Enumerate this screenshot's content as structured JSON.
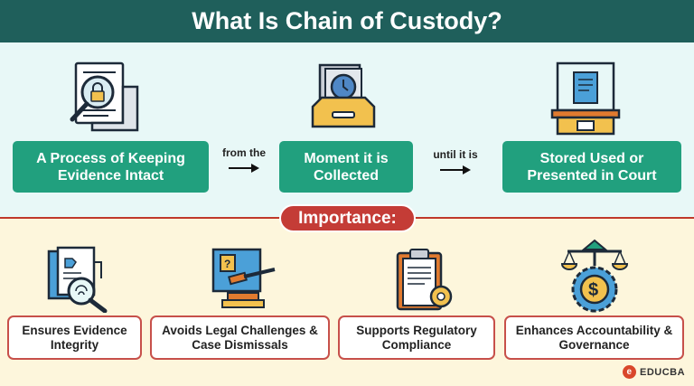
{
  "title": "What Is Chain of Custody?",
  "process": {
    "step1": "A Process of Keeping Evidence Intact",
    "connector1": "from the",
    "step2": "Moment it is Collected",
    "connector2": "until it is",
    "step3": "Stored Used or Presented in Court"
  },
  "importance_label": "Importance:",
  "benefits": [
    {
      "label": "Ensures Evidence Integrity",
      "icon": "fingerprint-document-icon"
    },
    {
      "label": "Avoids Legal Challenges & Case Dismissals",
      "icon": "gavel-icon"
    },
    {
      "label": "Supports Regulatory Compliance",
      "icon": "clipboard-gear-icon"
    },
    {
      "label": "Enhances Accountability & Governance",
      "icon": "scales-dollar-gear-icon"
    }
  ],
  "process_icons": [
    "document-lock-magnifier-icon",
    "evidence-tray-icon",
    "display-case-icon"
  ],
  "brand": "EDUCBA",
  "colors": {
    "header": "#1f5f5b",
    "process_box": "#21a07e",
    "accent_red": "#c43c36",
    "top_bg": "#e8f8f7",
    "bottom_bg": "#fdf6dc"
  }
}
